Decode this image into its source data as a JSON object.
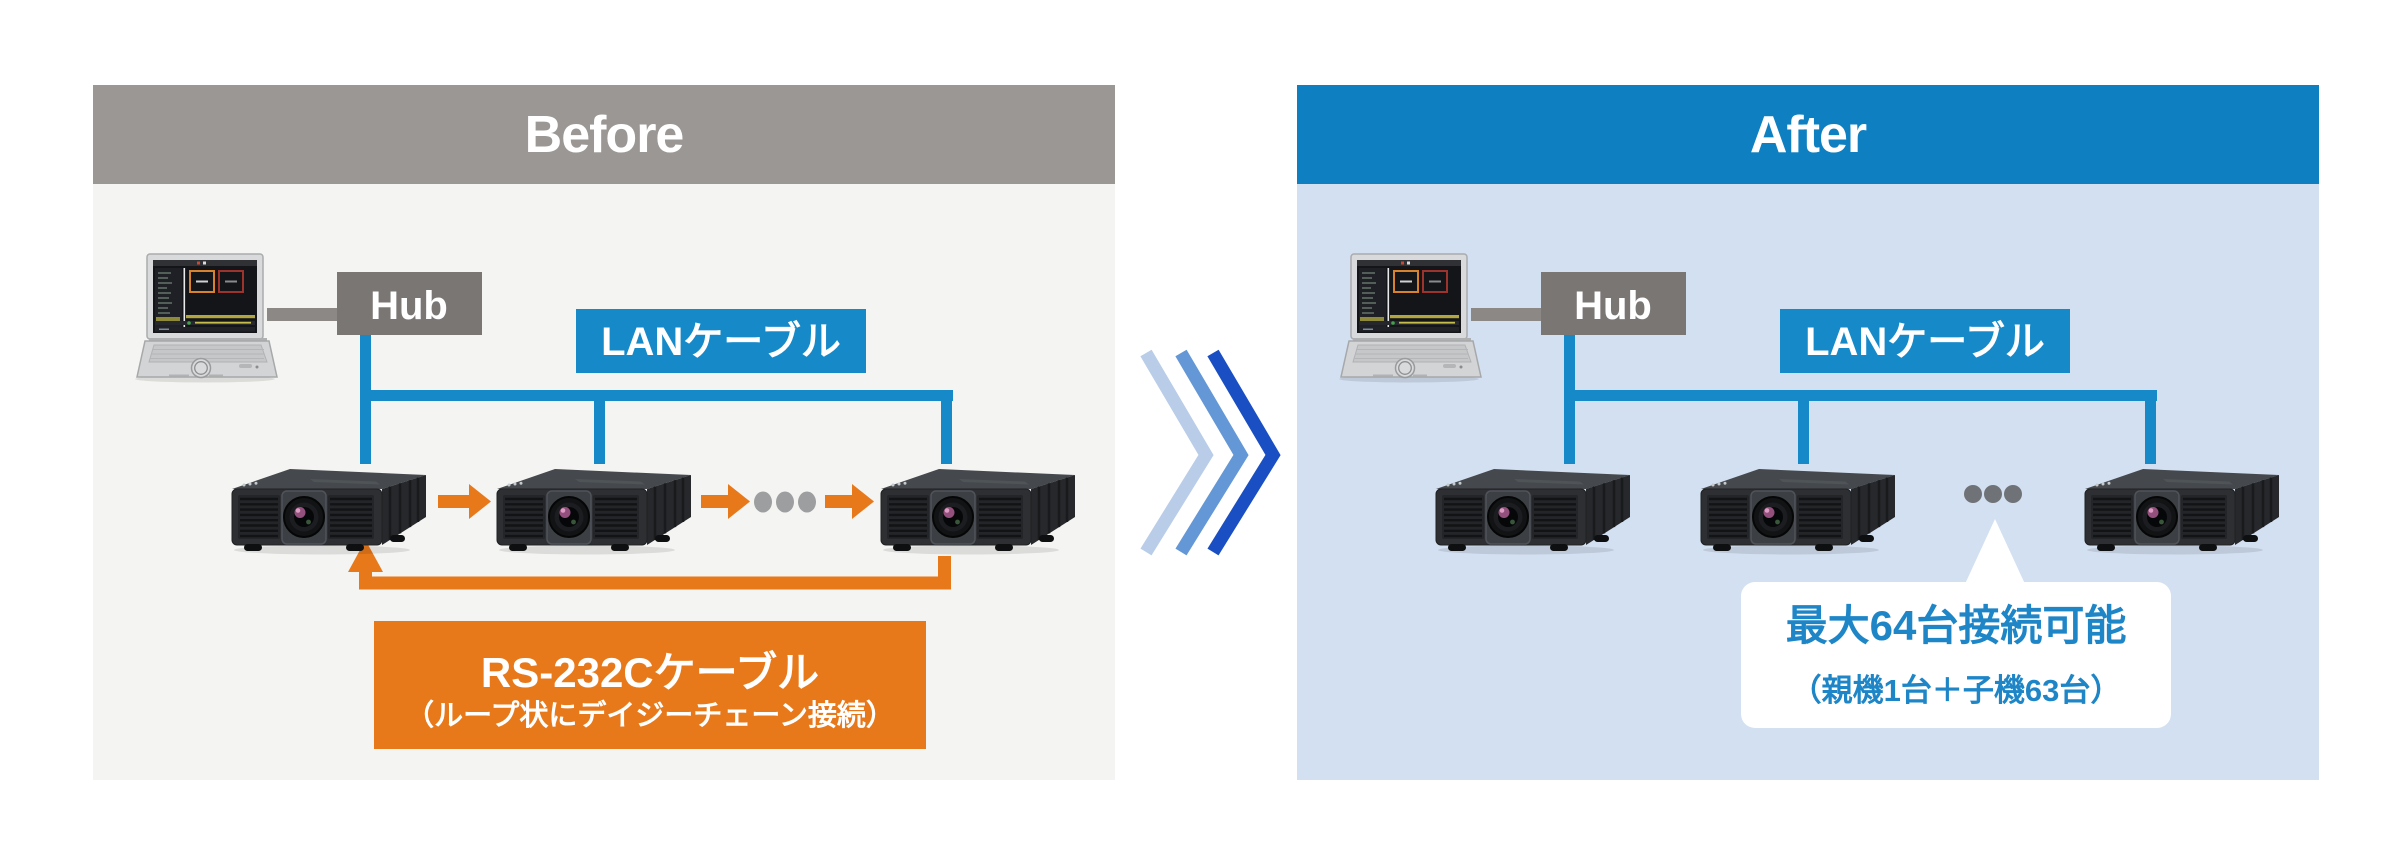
{
  "colors": {
    "page_bg": "#ffffff",
    "before_header_bg": "#9b9795",
    "before_body_bg": "#f4f4f2",
    "after_header_bg": "#0e80c1",
    "after_body_bg": "#d3e0f1",
    "header_text": "#ffffff",
    "lan_blue": "#168ac9",
    "hub_gray": "#7a7674",
    "cable_gray": "#8b8886",
    "orange": "#e8791b",
    "bubble_bg": "#ffffff",
    "bubble_text_blue": "#1e86c7",
    "dots_before": "#9c9ea0",
    "dots_after": "#6f7377",
    "chevron_light": "#b9cde9",
    "chevron_mid": "#6497d6",
    "chevron_dark": "#1a4fc4"
  },
  "panels": {
    "before": {
      "title": "Before",
      "hub_label": "Hub",
      "lan_label": "LANケーブル",
      "rs232c_label": "RS-232Cケーブル",
      "rs232c_note": "（ループ状にデイジーチェーン接続）"
    },
    "after": {
      "title": "After",
      "hub_label": "Hub",
      "lan_label": "LANケーブル",
      "bubble_title": "最大64台接続可能",
      "bubble_note": "（親機1台＋子機63台）"
    }
  },
  "icons": {
    "laptop": "laptop-with-control-software",
    "hub": "network-hub-box",
    "projector": "projector-device",
    "daisy_arrow": "orange-right-arrow",
    "ellipsis": "continuation-dots",
    "loop_cable": "orange-return-loop-arrow",
    "chevrons": "triple-right-chevrons",
    "speech_bubble": "callout-bubble"
  }
}
